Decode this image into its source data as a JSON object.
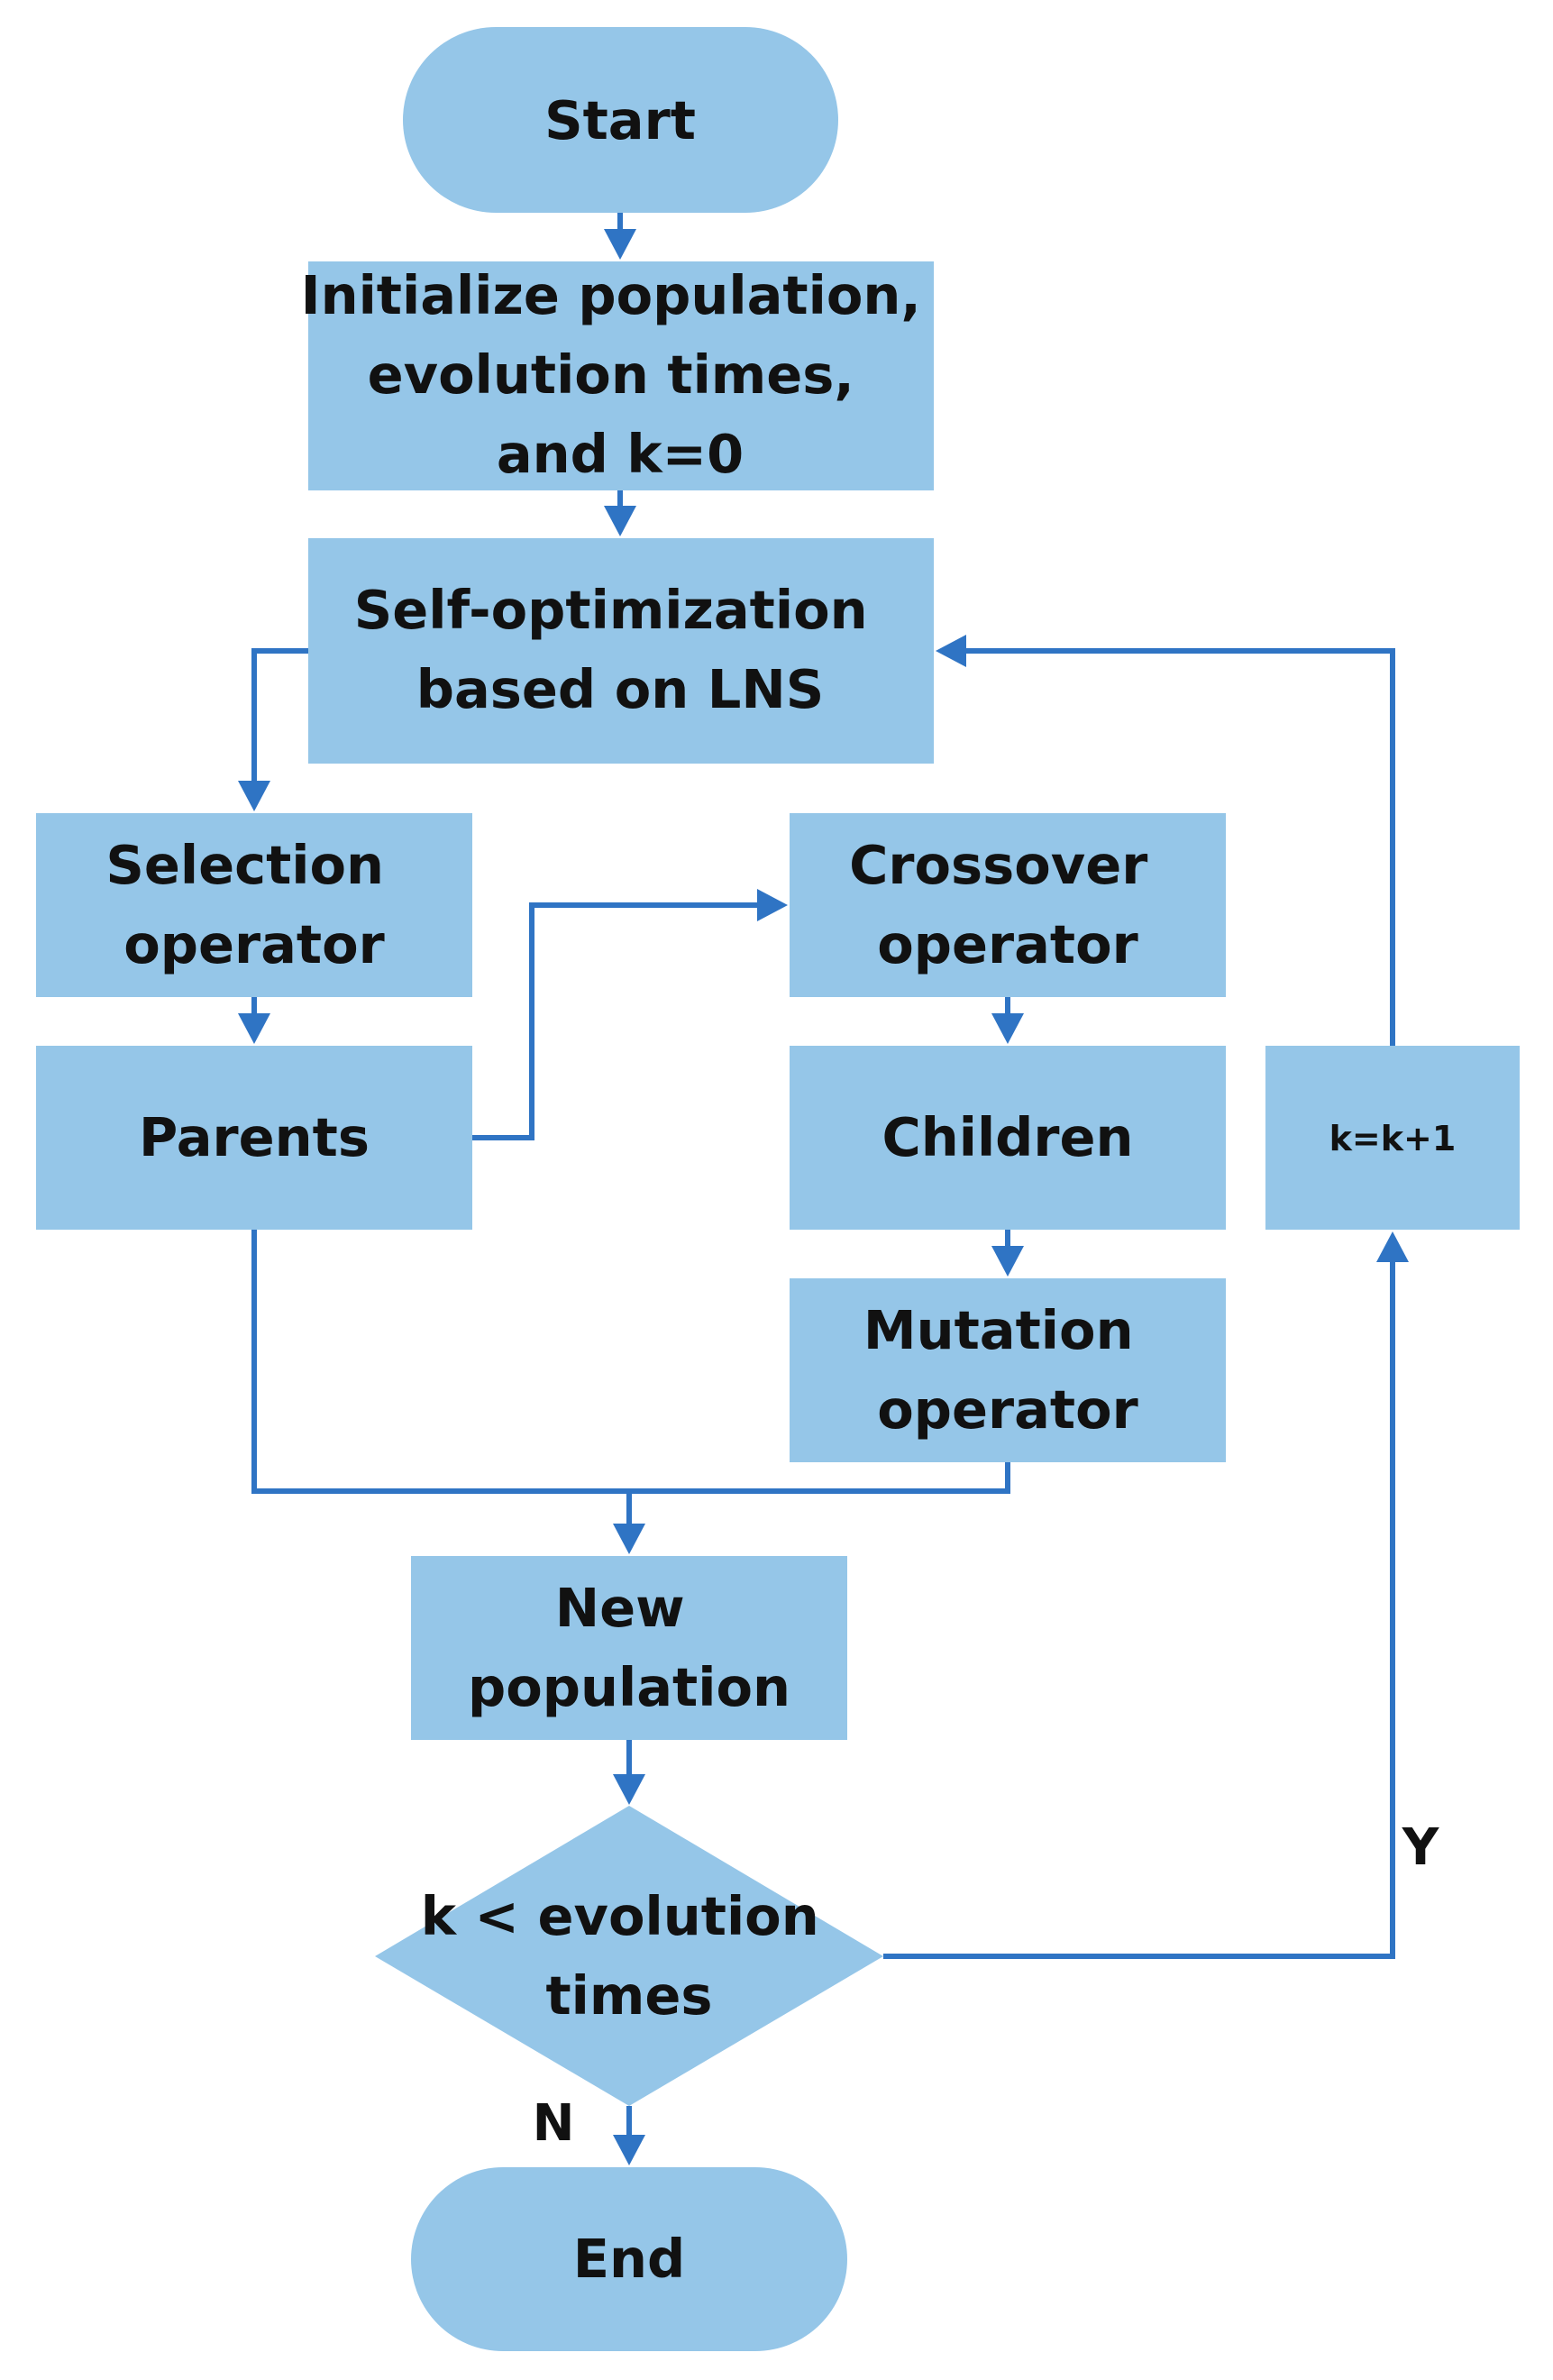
{
  "nodes": {
    "start": {
      "lines": [
        "Start"
      ]
    },
    "initialize": {
      "lines": [
        "Initialize population,",
        "evolution times,",
        "and k=0"
      ]
    },
    "self_opt": {
      "lines": [
        "Self-optimization",
        "based on LNS"
      ]
    },
    "selection": {
      "lines": [
        "Selection",
        "operator"
      ]
    },
    "parents": {
      "lines": [
        "Parents"
      ]
    },
    "crossover": {
      "lines": [
        "Crossover",
        "operator"
      ]
    },
    "children": {
      "lines": [
        "Children"
      ]
    },
    "mutation": {
      "lines": [
        "Mutation",
        "operator"
      ]
    },
    "new_population": {
      "lines": [
        "New",
        "population"
      ]
    },
    "decision": {
      "lines": [
        "k < evolution",
        "times"
      ]
    },
    "increment": {
      "lines": [
        "k=k+1"
      ]
    },
    "end": {
      "lines": [
        "End"
      ]
    }
  },
  "edge_labels": {
    "yes": "Y",
    "no": "N"
  },
  "colors": {
    "node_fill": "#95c6e8",
    "edge": "#2f74c4",
    "text": "#111111"
  }
}
